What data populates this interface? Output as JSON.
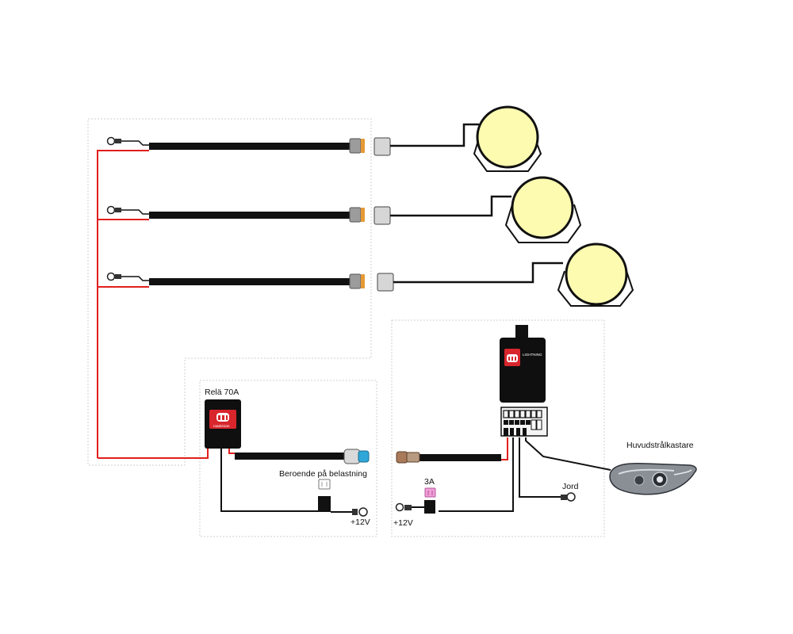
{
  "labels": {
    "relay": "Relä 70A",
    "load_dependent": "Beroende på belastning",
    "plus12v_left": "+12V",
    "plus12v_right": "+12V",
    "fuse_3a": "3A",
    "ground": "Jord",
    "headlight": "Huvudstrålkastare"
  },
  "logo_text": {
    "relay_brand": "roadvision",
    "controller_brand": "LIGHTNING"
  },
  "colors": {
    "wire_red": "#e0201c",
    "wire_black": "#111111",
    "lamp_fill": "#fdfbb0",
    "logo_red": "#d8262c",
    "fuse_pink": "#f29fd8",
    "connector_orange": "#e59a35",
    "dotted_border": "#c8c8c8"
  },
  "lamps": [
    {
      "name": "lamp-1"
    },
    {
      "name": "lamp-2"
    },
    {
      "name": "lamp-3"
    }
  ]
}
